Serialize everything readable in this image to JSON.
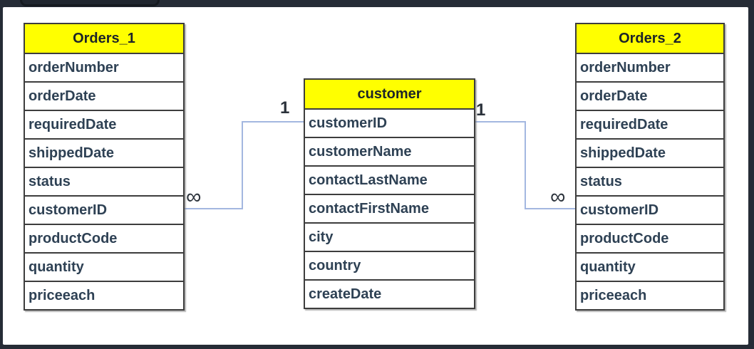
{
  "diagram": {
    "tables": [
      {
        "title": "Orders_1",
        "fields": [
          "orderNumber",
          "orderDate",
          "requiredDate",
          "shippedDate",
          "status",
          "customerID",
          "productCode",
          "quantity",
          "priceeach"
        ]
      },
      {
        "title": "customer",
        "fields": [
          "customerID",
          "customerName",
          "contactLastName",
          "contactFirstName",
          "city",
          "country",
          "createDate"
        ]
      },
      {
        "title": "Orders_2",
        "fields": [
          "orderNumber",
          "orderDate",
          "requiredDate",
          "shippedDate",
          "status",
          "customerID",
          "productCode",
          "quantity",
          "priceeach"
        ]
      }
    ],
    "relationships": [
      {
        "from": "customer",
        "from_field": "customerID",
        "to": "Orders_1",
        "to_field": "customerID",
        "one": "1",
        "many": "∞"
      },
      {
        "from": "customer",
        "from_field": "customerID",
        "to": "Orders_2",
        "to_field": "customerID",
        "one": "1",
        "many": "∞"
      }
    ],
    "colors": {
      "frame_bg": "#262c36",
      "panel_bg": "#ffffff",
      "header_bg": "#ffff00",
      "header_text": "#1c2329",
      "field_text": "#2e4154",
      "table_border": "#3d3d3d",
      "connector": "#a3b7e0",
      "label_text": "#2b323b"
    }
  }
}
